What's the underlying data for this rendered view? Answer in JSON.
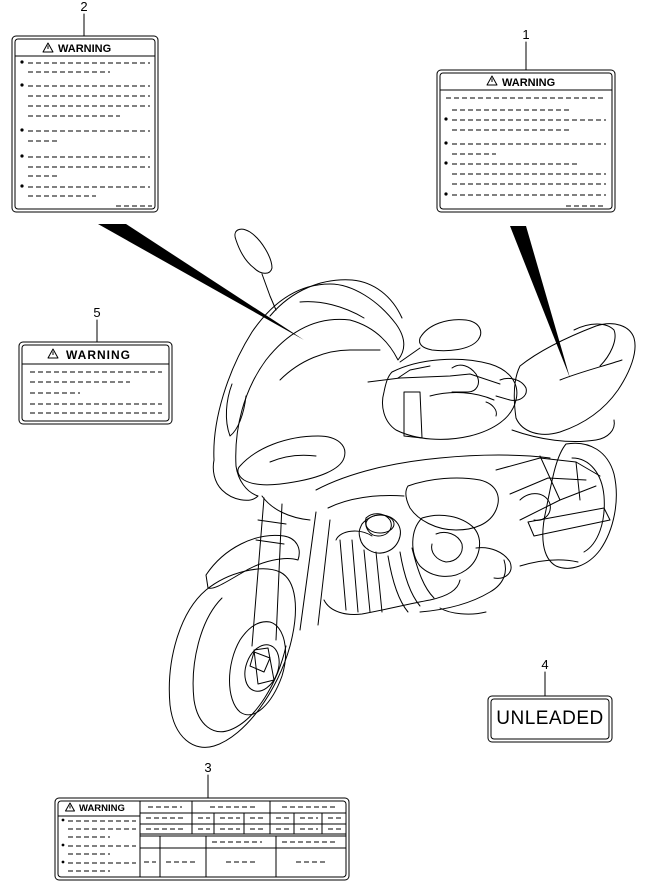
{
  "callouts": {
    "c1": "1",
    "c2": "2",
    "c3": "3",
    "c4": "4",
    "c5": "5"
  },
  "labels": {
    "warning_text": "WARNING",
    "unleaded_text": "UNLEADED"
  },
  "icons": {
    "warning": "warning-triangle-icon"
  }
}
